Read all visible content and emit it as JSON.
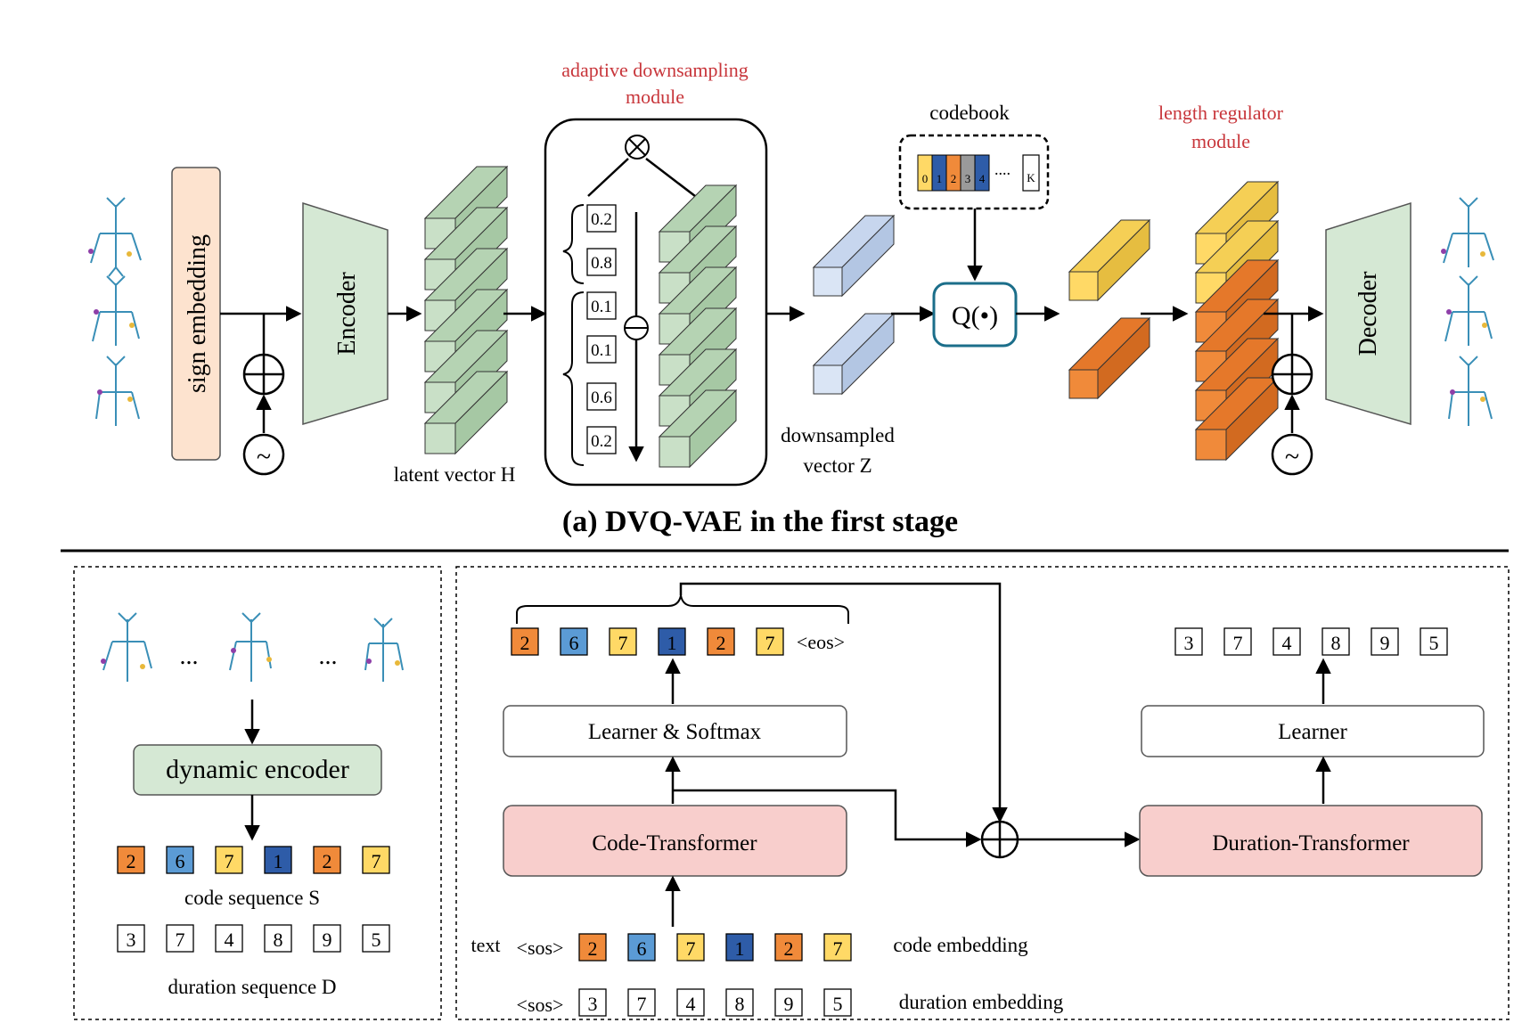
{
  "top": {
    "caption": "(a) DVQ-VAE in the first stage",
    "sign_embedding": "sign embedding",
    "encoder": "Encoder",
    "decoder": "Decoder",
    "latent_label": "latent vector  H",
    "adaptive_title_1": "adaptive downsampling",
    "adaptive_title_2": "module",
    "weights": [
      "0.2",
      "0.8",
      "0.1",
      "0.1",
      "0.6",
      "0.2"
    ],
    "otimes": "⊗",
    "oplus": "⊕",
    "downsampled_1": "downsampled",
    "downsampled_2": "vector  Z",
    "codebook_label": "codebook",
    "codebook_cells": [
      "0",
      "1",
      "2",
      "3",
      "4"
    ],
    "codebook_dots": "....",
    "codebook_k": "K",
    "quantizer": "Q(•)",
    "length_reg_1": "length regulator",
    "length_reg_2": "module",
    "noise": "~"
  },
  "left_panel": {
    "dots": [
      "...",
      "..."
    ],
    "dynamic_encoder": "dynamic encoder",
    "codes": [
      "2",
      "6",
      "7",
      "1",
      "2",
      "7"
    ],
    "code_label": "code sequence S",
    "durations": [
      "3",
      "7",
      "4",
      "8",
      "9",
      "5"
    ],
    "duration_label": "duration sequence D"
  },
  "right_panel": {
    "out_codes": [
      "2",
      "6",
      "7",
      "1",
      "2",
      "7"
    ],
    "eos": "<eos>",
    "learner_softmax": "Learner & Softmax",
    "code_transformer": "Code-Transformer",
    "text": "text",
    "sos": "<sos>",
    "in_codes": [
      "2",
      "6",
      "7",
      "1",
      "2",
      "7"
    ],
    "code_embedding": "code embedding",
    "sos2": "<sos>",
    "in_durations": [
      "3",
      "7",
      "4",
      "8",
      "9",
      "5"
    ],
    "duration_embedding": "duration embedding",
    "out_durations": [
      "3",
      "7",
      "4",
      "8",
      "9",
      "5"
    ],
    "learner": "Learner",
    "duration_transformer": "Duration-Transformer"
  },
  "colors": {
    "orange": "#f08a3a",
    "light_blue": "#5b9bd5",
    "yellow": "#ffd966",
    "dark_blue": "#2e5ca8",
    "gray": "#9a9a9a",
    "green": "#d5e8d4",
    "pink": "#f8cecc",
    "peach": "#fde3cf",
    "red_text": "#c8363b",
    "teal": "#1b6e8a"
  }
}
